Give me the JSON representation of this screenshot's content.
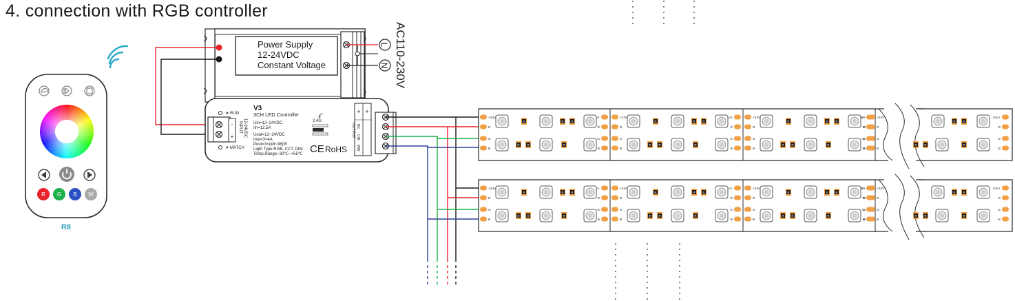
{
  "title": "4. connection with RGB controller",
  "power_supply": {
    "lines": [
      "Power Supply",
      "12-24VDC",
      "Constant Voltage"
    ],
    "terminal_l": "L",
    "terminal_n": "N",
    "ac_label": "AC110-230V"
  },
  "controller": {
    "model": "V3",
    "name": "3CH LED Controller",
    "spec_in": [
      "Uin=12~24VDC",
      "Iin=12.5A"
    ],
    "spec_out": [
      "Uout=12~24VDC",
      "Iout=3×4A",
      "Pout=3×(48~96)W"
    ],
    "light_type": "Light Type:RGB, CCT, DIM",
    "temp_range": "Temp.Range:-30℃~+55℃",
    "run_label": "RUN",
    "match_label": "MATCH",
    "input_label": "INPUT",
    "input_voltage": "12-24VDC",
    "output_label": "OUTPUT",
    "output_cols": [
      "WW",
      "CW",
      "NC"
    ],
    "freq": "2.4G",
    "cert_ce": "CE",
    "cert_rohs": "RoHS",
    "plus": "+",
    "minus": "-",
    "input_plus": "+",
    "input_minus": "-"
  },
  "remote": {
    "name": "R8",
    "color_buttons": [
      {
        "label": "R",
        "color": "#e8232a"
      },
      {
        "label": "G",
        "color": "#1fb14a"
      },
      {
        "label": "B",
        "color": "#2b4fc4"
      },
      {
        "label": "W",
        "color": "#a9a9a9"
      }
    ]
  },
  "strip": {
    "pad_labels": [
      "+24V",
      "R",
      "G",
      "B"
    ],
    "pad_labels_short": [
      "24V+",
      "R",
      "G",
      "B"
    ],
    "resistor_mark": "R"
  },
  "colors": {
    "red": "#e8232a",
    "green": "#1fb14a",
    "blue": "#2b3e9c",
    "black": "#1a1a1a",
    "pad": "#f2a046"
  }
}
